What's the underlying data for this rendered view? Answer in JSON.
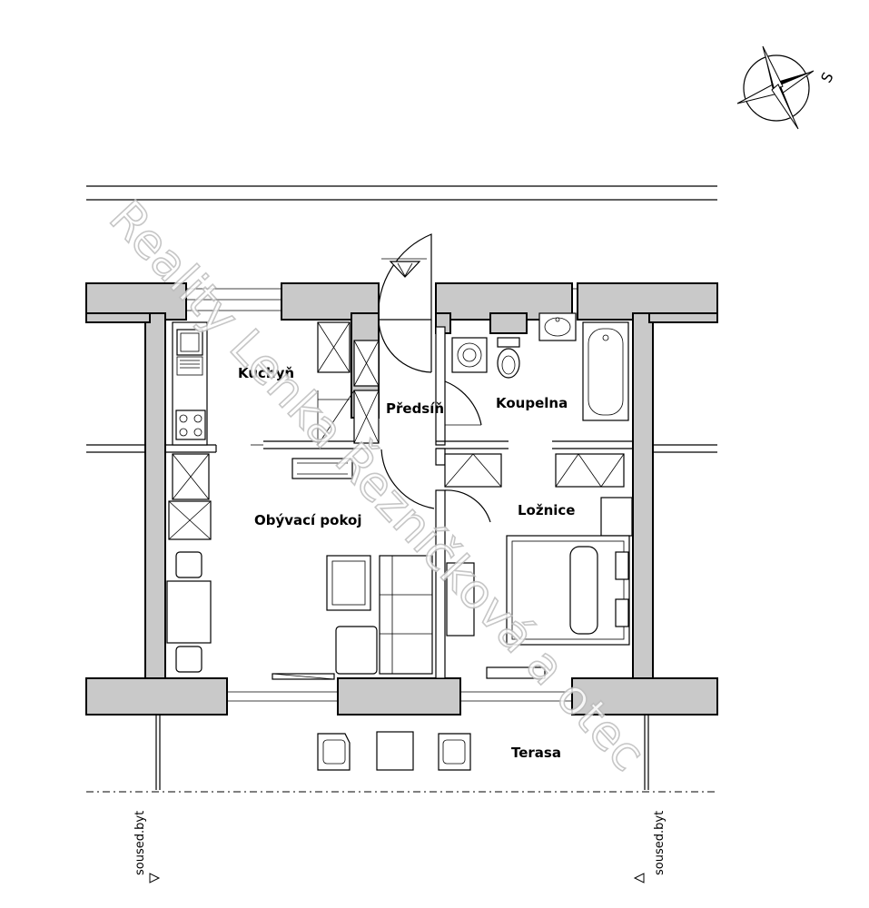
{
  "rooms": {
    "kitchen": "Kuchyň",
    "hall": "Předsíň",
    "bathroom": "Koupelna",
    "living": "Obývací pokoj",
    "bedroom": "Ložnice",
    "terrace": "Terasa"
  },
  "neighbors": {
    "left": "soused.byt",
    "right": "soused.byt"
  },
  "compass": {
    "letter": "S"
  },
  "watermark": "Reality Lenka Řezníčková a otec",
  "colors": {
    "wall_fill": "#c9c9c9",
    "line": "#000000",
    "background": "#ffffff"
  }
}
